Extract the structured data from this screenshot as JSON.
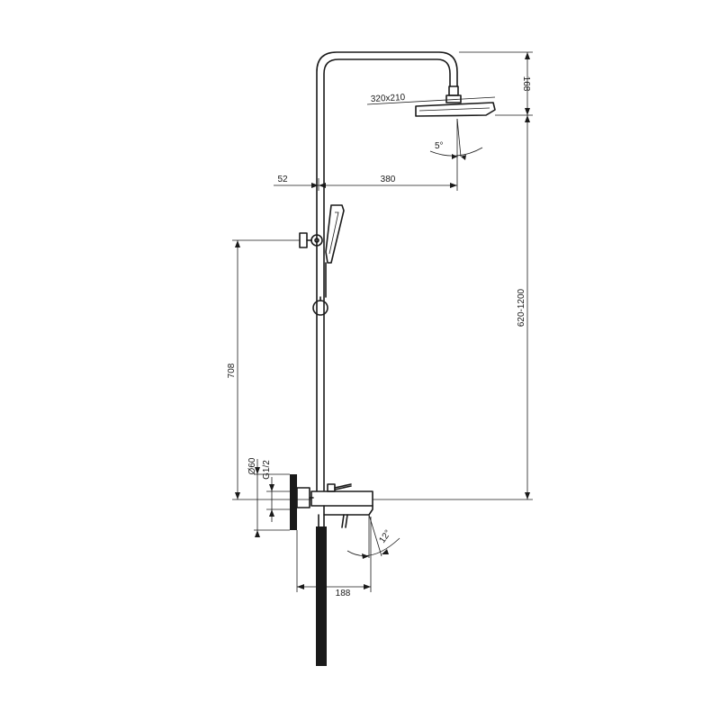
{
  "drawing": {
    "colors": {
      "line": "#1a1a1a",
      "background": "#ffffff"
    },
    "dimensions": {
      "head_size": "320x210",
      "top_height": "168",
      "tilt_head": "5°",
      "arm_offset": "52",
      "arm_length": "380",
      "column_height": "620-1200",
      "holder_height": "708",
      "connector_diameter": "Ø60",
      "thread": "G1/2",
      "spout_projection": "188",
      "tilt_spout": "12°"
    }
  }
}
